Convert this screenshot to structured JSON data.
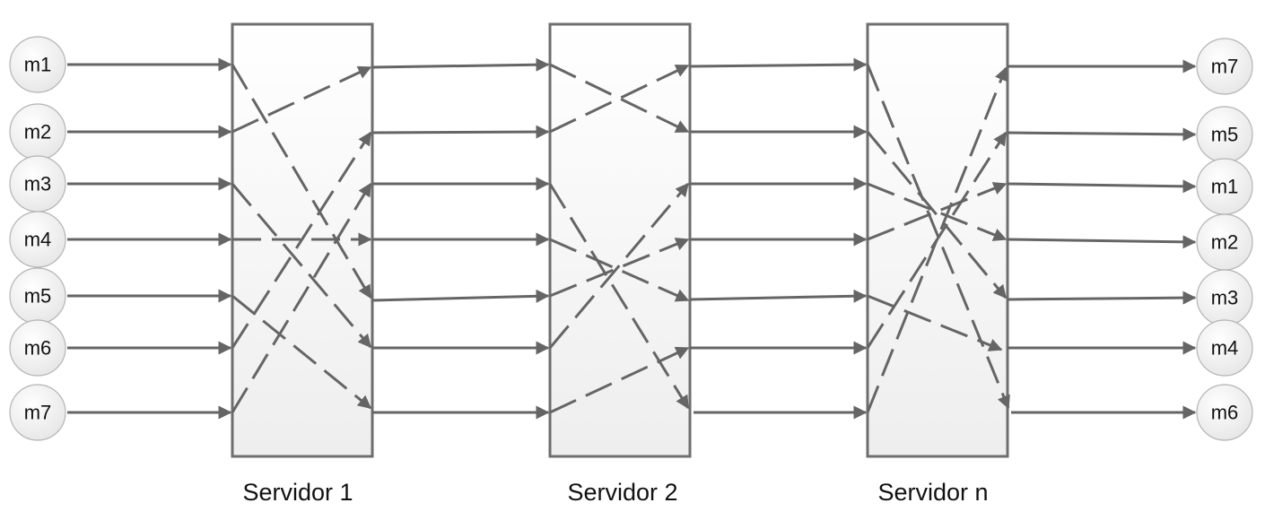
{
  "input_nodes": [
    "m1",
    "m2",
    "m3",
    "m4",
    "m5",
    "m6",
    "m7"
  ],
  "output_nodes": [
    "m7",
    "m5",
    "m1",
    "m2",
    "m3",
    "m4",
    "m6"
  ],
  "servers": [
    {
      "label": "Servidor 1"
    },
    {
      "label": "Servidor 2"
    },
    {
      "label": "Servidor n"
    }
  ],
  "colors": {
    "arrow": "#656565",
    "server_border": "#6e6e6e",
    "node_border": "#b4b4b4"
  }
}
